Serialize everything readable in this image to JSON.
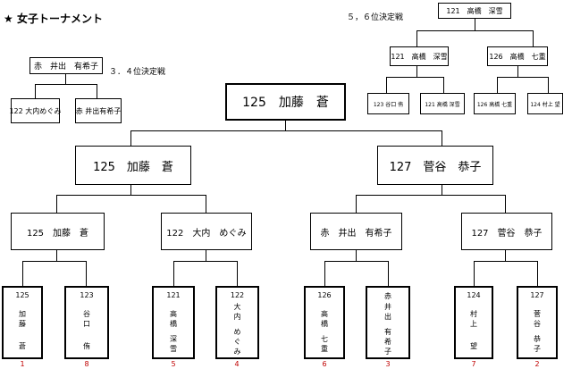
{
  "header": {
    "star": "★",
    "title": "女子トーナメント"
  },
  "third_place": {
    "label": "３．４位決定戦",
    "winner": "赤　井出　有希子",
    "left": "122 大内めぐみ",
    "right": "赤 井出有希子"
  },
  "fifth_place": {
    "label": "５，６位決定戦",
    "winner": "121　高橋　深雪",
    "semi_left": "121　高橋　深雪",
    "semi_right": "126　高橋　七重",
    "leaves": [
      "123 谷口 侑",
      "121 高橋 深雪",
      "126 高橋 七重",
      "124 村上 望"
    ]
  },
  "final": {
    "winner": "125　加藤　蒼"
  },
  "semifinal": {
    "left": "125　加藤　蒼",
    "right": "127　菅谷　恭子"
  },
  "quarterfinal": [
    "125　加藤　蒼",
    "122　大内　めぐみ",
    "赤　井出　有希子",
    "127　菅谷　恭子"
  ],
  "players": [
    {
      "num": "125",
      "name_top": [
        "加",
        "藤"
      ],
      "name_bottom": [
        "蒼"
      ],
      "seed": "1"
    },
    {
      "num": "123",
      "name_top": [
        "谷",
        "口"
      ],
      "name_bottom": [
        "侑"
      ],
      "seed": "8"
    },
    {
      "num": "121",
      "name_top": [
        "高",
        "橋"
      ],
      "name_bottom": [
        "深",
        "雪"
      ],
      "seed": "5"
    },
    {
      "num": "122",
      "name_top": [
        "大",
        "内"
      ],
      "name_bottom": [
        "め",
        "ぐ",
        "み"
      ],
      "seed": "4"
    },
    {
      "num": "126",
      "name_top": [
        "高",
        "橋"
      ],
      "name_bottom": [
        "七",
        "重"
      ],
      "seed": "6"
    },
    {
      "num": "赤",
      "name_top": [
        "井",
        "出"
      ],
      "name_bottom": [
        "有",
        "希",
        "子"
      ],
      "seed": "3"
    },
    {
      "num": "124",
      "name_top": [
        "村",
        "上"
      ],
      "name_bottom": [
        "望"
      ],
      "seed": "7"
    },
    {
      "num": "127",
      "name_top": [
        "菅",
        "谷"
      ],
      "name_bottom": [
        "恭",
        "子"
      ],
      "seed": "2"
    }
  ]
}
